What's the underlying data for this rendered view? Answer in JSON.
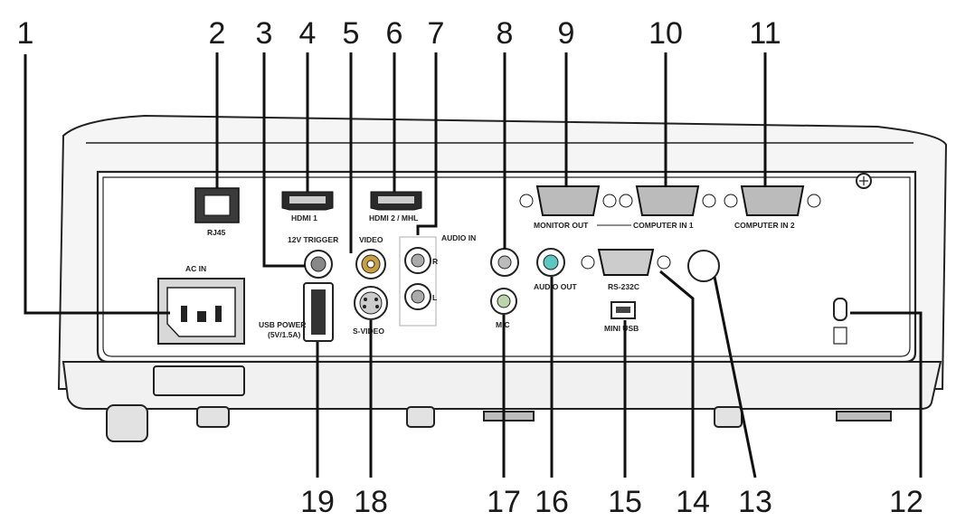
{
  "numbers": {
    "n1": "1",
    "n2": "2",
    "n3": "3",
    "n4": "4",
    "n5": "5",
    "n6": "6",
    "n7": "7",
    "n8": "8",
    "n9": "9",
    "n10": "10",
    "n11": "11",
    "n12": "12",
    "n13": "13",
    "n14": "14",
    "n15": "15",
    "n16": "16",
    "n17": "17",
    "n18": "18",
    "n19": "19"
  },
  "labels": {
    "rj45": "RJ45",
    "hdmi1": "HDMI 1",
    "hdmi2": "HDMI 2 / MHL",
    "trigger": "12V TRIGGER",
    "video": "VIDEO",
    "audio_in": "AUDIO IN",
    "monitor_out": "MONITOR OUT",
    "computer_in1": "COMPUTER IN 1",
    "computer_in2": "COMPUTER IN 2",
    "ac_in": "AC IN",
    "usb_power1": "USB POWER",
    "usb_power2": "(5V/1.5A)",
    "svideo": "S-VIDEO",
    "audio_r": "R",
    "audio_l": "L",
    "audio_out": "AUDIO OUT",
    "mic": "MIC",
    "rs232c": "RS-232C",
    "mini_usb": "MINI USB"
  }
}
